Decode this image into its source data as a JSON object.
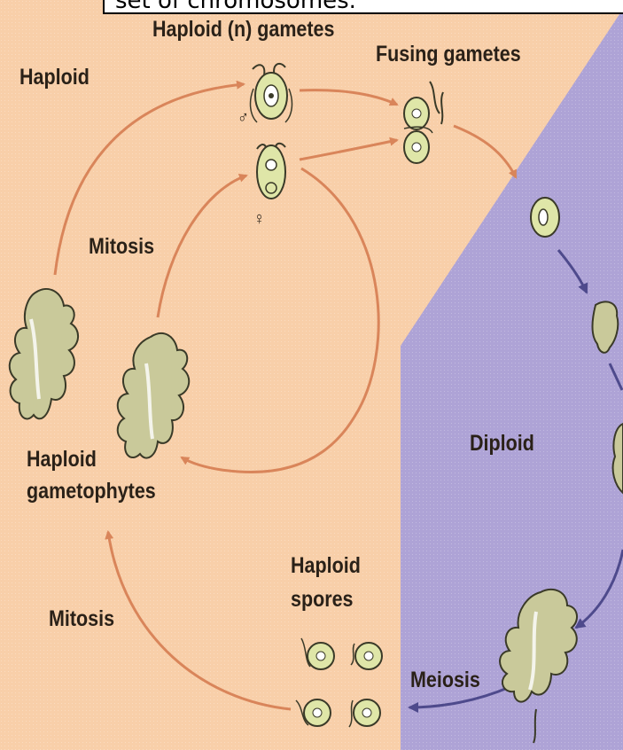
{
  "header": {
    "caption": "set of chromosomes."
  },
  "labels": {
    "haploid": "Haploid",
    "haploid_gametes": "Haploid (n) gametes",
    "fusing_gametes": "Fusing gametes",
    "mitosis_upper": "Mitosis",
    "haploid_gametophytes_1": "Haploid",
    "haploid_gametophytes_2": "gametophytes",
    "diploid": "Diploid",
    "haploid_spores_1": "Haploid",
    "haploid_spores_2": "spores",
    "mitosis_lower": "Mitosis",
    "meiosis": "Meiosis",
    "male_symbol": "♂",
    "female_symbol": "♀"
  },
  "colors": {
    "haploid_bg": "#f8cfa9",
    "diploid_bg": "#aea3d6",
    "arrow_orange": "#d9855a",
    "arrow_purple": "#4e4a8c",
    "cell_green": "#dfe6a8",
    "cell_outline": "#3a3a28"
  }
}
